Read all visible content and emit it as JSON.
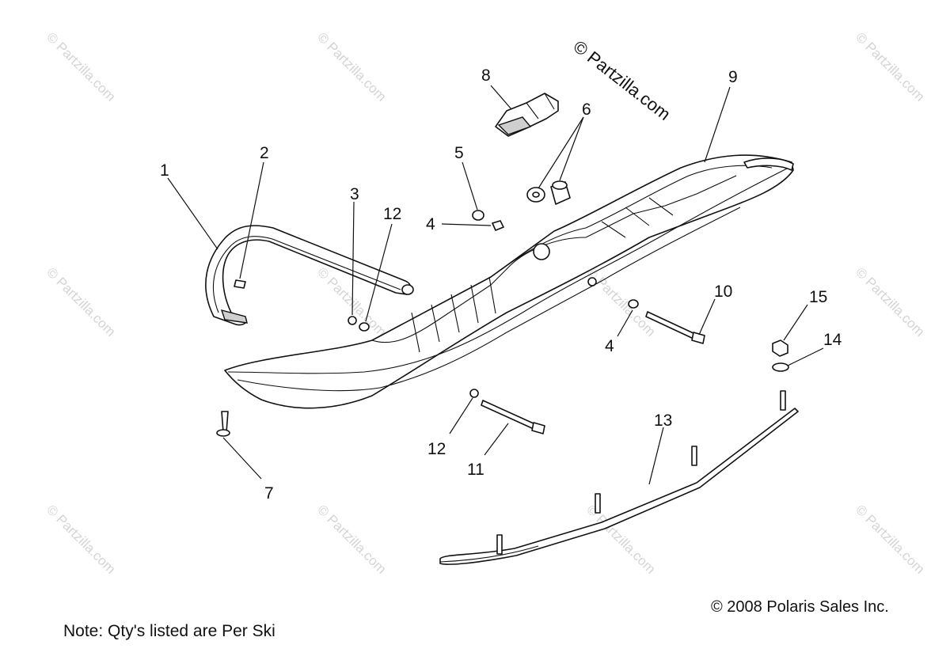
{
  "watermark": "© Partzilla.com",
  "site_mark": "© Partzilla.com",
  "copyright": "© 2008 Polaris Sales Inc.",
  "note": "Note: Qty's listed are Per Ski",
  "callouts": [
    "1",
    "2",
    "3",
    "4",
    "5",
    "6",
    "7",
    "8",
    "9",
    "10",
    "11",
    "12",
    "13",
    "14",
    "15"
  ],
  "callout_labels": {
    "c1": "1",
    "c2": "2",
    "c3": "3",
    "c4a": "4",
    "c4b": "4",
    "c5": "5",
    "c6": "6",
    "c7": "7",
    "c8": "8",
    "c9": "9",
    "c10": "10",
    "c11": "11",
    "c12a": "12",
    "c12b": "12",
    "c13": "13",
    "c14": "14",
    "c15": "15"
  }
}
